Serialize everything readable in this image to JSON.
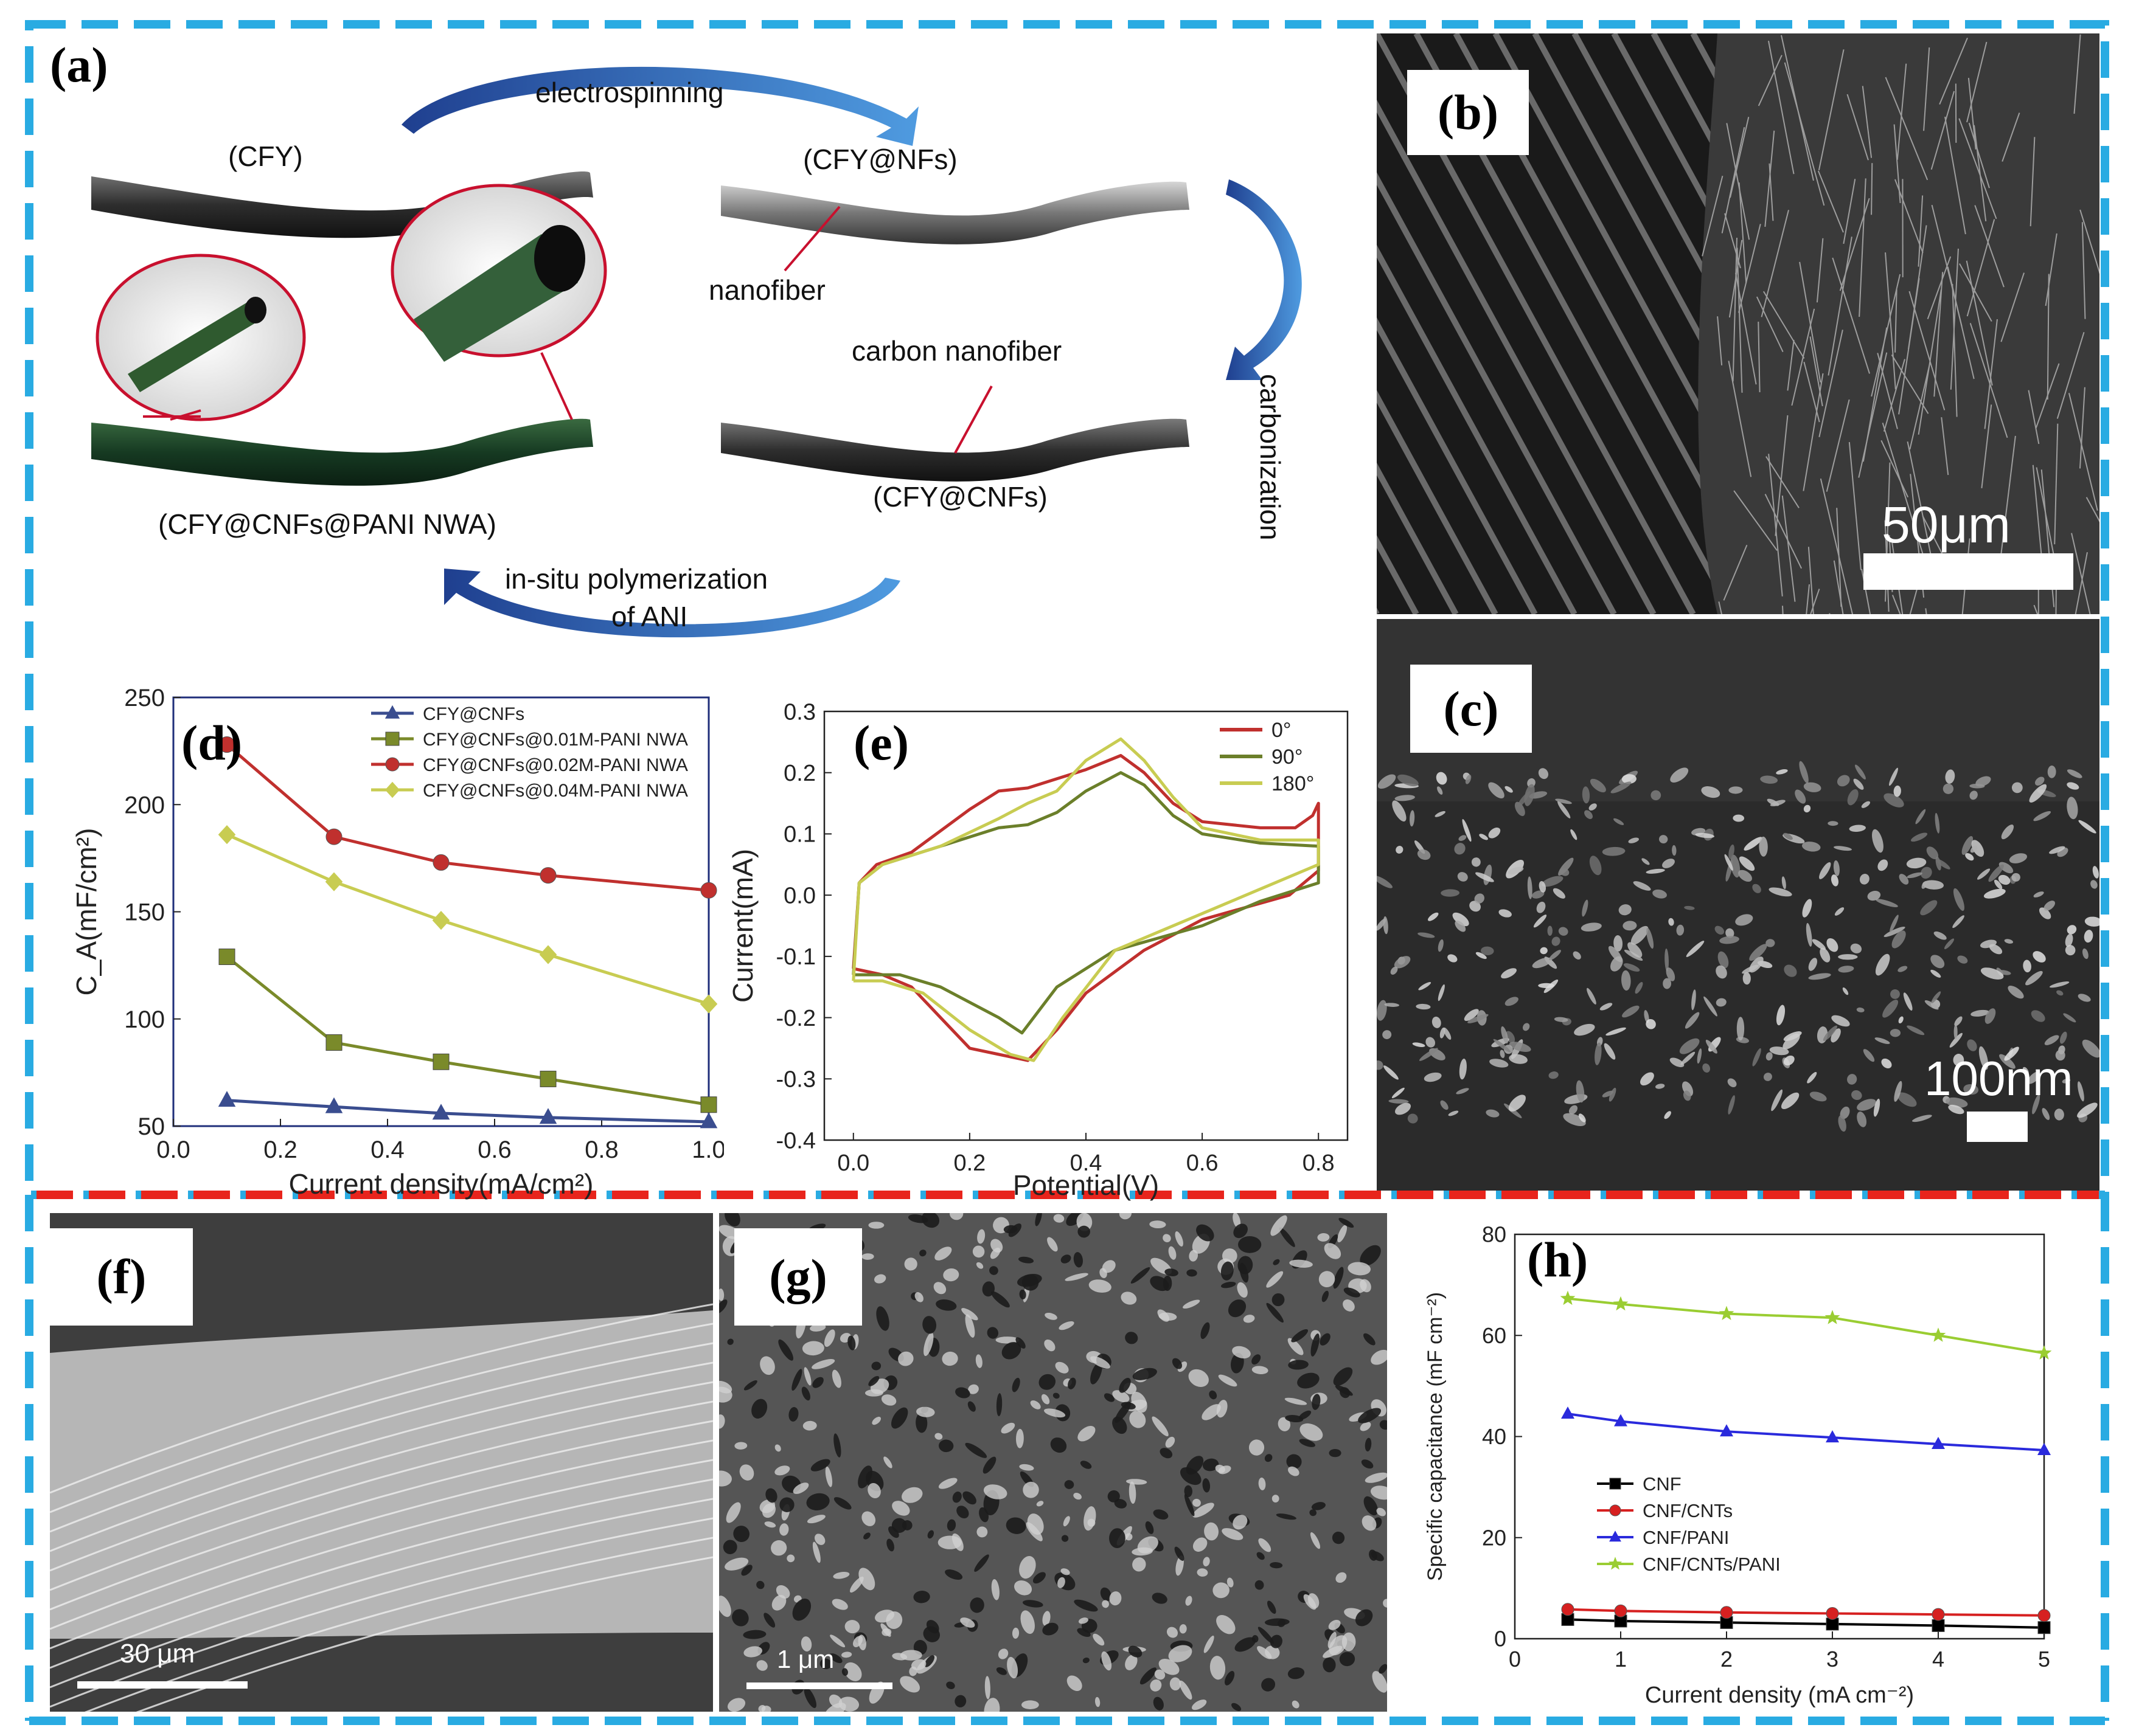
{
  "panels": {
    "a": {
      "label": "(a)",
      "labels": {
        "electrospinning": "electrospinning",
        "cfy": "(CFY)",
        "cfy_nfs": "(CFY@NFs)",
        "nanofiber": "nanofiber",
        "carbonization": "carbonization",
        "carbon_nanofiber": "carbon nanofiber",
        "cfy_cnfs": "(CFY@CNFs)",
        "cfy_cnfs_pani": "(CFY@CNFs@PANI NWA)",
        "insitu_1": "in-situ polymerization",
        "insitu_2": "of ANI"
      }
    },
    "b": {
      "label": "(b)",
      "scale": "50μm"
    },
    "c": {
      "label": "(c)",
      "scale": "100nm"
    },
    "f": {
      "label": "(f)",
      "scale": "30 μm"
    },
    "g": {
      "label": "(g)",
      "scale": "1 μm"
    }
  },
  "colors": {
    "frame_blue": "#29abe2",
    "frame_red": "#e8241c"
  },
  "chart_data": [
    {
      "id": "d",
      "label": "(d)",
      "type": "line",
      "xlabel": "Current density(mA/cm²)",
      "ylabel": "C_A(mF/cm²)",
      "xlim": [
        0.0,
        1.0
      ],
      "ylim": [
        50,
        250
      ],
      "xticks": [
        "0.0",
        "0.2",
        "0.4",
        "0.6",
        "0.8",
        "1.0"
      ],
      "yticks": [
        "50",
        "100",
        "150",
        "200",
        "250"
      ],
      "x": [
        0.1,
        0.3,
        0.5,
        0.7,
        1.0
      ],
      "series": [
        {
          "name": "CFY@CNFs",
          "color": "#3a4d8f",
          "marker": "triangle",
          "values": [
            62,
            59,
            56,
            54,
            52
          ]
        },
        {
          "name": "CFY@CNFs@0.01M-PANI NWA",
          "color": "#7a8a2a",
          "marker": "square",
          "values": [
            129,
            89,
            80,
            72,
            60
          ]
        },
        {
          "name": "CFY@CNFs@0.02M-PANI NWA",
          "color": "#c0302e",
          "marker": "circle",
          "values": [
            228,
            185,
            173,
            167,
            160
          ]
        },
        {
          "name": "CFY@CNFs@0.04M-PANI NWA",
          "color": "#c8cc52",
          "marker": "diamond",
          "values": [
            186,
            164,
            146,
            130,
            107
          ]
        }
      ]
    },
    {
      "id": "e",
      "label": "(e)",
      "type": "line",
      "xlabel": "Potential(V)",
      "ylabel": "Current(mA)",
      "xlim": [
        -0.05,
        0.85
      ],
      "ylim": [
        -0.4,
        0.3
      ],
      "xticks": [
        "0.0",
        "0.2",
        "0.4",
        "0.6",
        "0.8"
      ],
      "yticks": [
        "-0.4",
        "-0.3",
        "-0.2",
        "-0.1",
        "0.0",
        "0.1",
        "0.2",
        "0.3"
      ],
      "series": [
        {
          "name": "0°",
          "color": "#c0302e",
          "points": [
            [
              0.0,
              -0.12
            ],
            [
              0.01,
              0.02
            ],
            [
              0.04,
              0.05
            ],
            [
              0.1,
              0.07
            ],
            [
              0.2,
              0.14
            ],
            [
              0.25,
              0.17
            ],
            [
              0.3,
              0.175
            ],
            [
              0.35,
              0.19
            ],
            [
              0.4,
              0.205
            ],
            [
              0.46,
              0.228
            ],
            [
              0.5,
              0.2
            ],
            [
              0.55,
              0.15
            ],
            [
              0.6,
              0.12
            ],
            [
              0.7,
              0.11
            ],
            [
              0.76,
              0.11
            ],
            [
              0.79,
              0.13
            ],
            [
              0.8,
              0.15
            ],
            [
              0.8,
              0.04
            ],
            [
              0.75,
              0.0
            ],
            [
              0.6,
              -0.04
            ],
            [
              0.5,
              -0.09
            ],
            [
              0.4,
              -0.16
            ],
            [
              0.35,
              -0.22
            ],
            [
              0.3,
              -0.27
            ],
            [
              0.25,
              -0.26
            ],
            [
              0.2,
              -0.25
            ],
            [
              0.15,
              -0.2
            ],
            [
              0.1,
              -0.15
            ],
            [
              0.05,
              -0.13
            ],
            [
              0.0,
              -0.12
            ]
          ]
        },
        {
          "name": "90°",
          "color": "#6b7f2a",
          "points": [
            [
              0.0,
              -0.13
            ],
            [
              0.01,
              0.02
            ],
            [
              0.05,
              0.05
            ],
            [
              0.15,
              0.08
            ],
            [
              0.25,
              0.11
            ],
            [
              0.3,
              0.115
            ],
            [
              0.35,
              0.135
            ],
            [
              0.4,
              0.17
            ],
            [
              0.46,
              0.2
            ],
            [
              0.5,
              0.18
            ],
            [
              0.55,
              0.13
            ],
            [
              0.6,
              0.1
            ],
            [
              0.7,
              0.085
            ],
            [
              0.8,
              0.08
            ],
            [
              0.8,
              0.02
            ],
            [
              0.7,
              -0.01
            ],
            [
              0.6,
              -0.05
            ],
            [
              0.45,
              -0.09
            ],
            [
              0.35,
              -0.15
            ],
            [
              0.29,
              -0.225
            ],
            [
              0.25,
              -0.2
            ],
            [
              0.15,
              -0.15
            ],
            [
              0.08,
              -0.13
            ],
            [
              0.0,
              -0.13
            ]
          ]
        },
        {
          "name": "180°",
          "color": "#c8cc52",
          "points": [
            [
              0.0,
              -0.14
            ],
            [
              0.01,
              0.02
            ],
            [
              0.05,
              0.05
            ],
            [
              0.15,
              0.08
            ],
            [
              0.25,
              0.125
            ],
            [
              0.3,
              0.15
            ],
            [
              0.35,
              0.17
            ],
            [
              0.4,
              0.22
            ],
            [
              0.46,
              0.255
            ],
            [
              0.5,
              0.22
            ],
            [
              0.55,
              0.16
            ],
            [
              0.6,
              0.11
            ],
            [
              0.7,
              0.09
            ],
            [
              0.8,
              0.09
            ],
            [
              0.8,
              0.05
            ],
            [
              0.7,
              0.01
            ],
            [
              0.6,
              -0.03
            ],
            [
              0.45,
              -0.09
            ],
            [
              0.36,
              -0.2
            ],
            [
              0.31,
              -0.27
            ],
            [
              0.27,
              -0.26
            ],
            [
              0.2,
              -0.22
            ],
            [
              0.12,
              -0.16
            ],
            [
              0.05,
              -0.14
            ],
            [
              0.0,
              -0.14
            ]
          ]
        }
      ]
    },
    {
      "id": "h",
      "label": "(h)",
      "type": "line",
      "xlabel": "Current density (mA cm⁻²)",
      "ylabel": "Specific capacitance (mF cm⁻²)",
      "xlim": [
        0,
        5
      ],
      "ylim": [
        0,
        80
      ],
      "xticks": [
        "0",
        "1",
        "2",
        "3",
        "4",
        "5"
      ],
      "yticks": [
        "0",
        "20",
        "40",
        "60",
        "80"
      ],
      "x": [
        0.5,
        1,
        2,
        3,
        4,
        5
      ],
      "series": [
        {
          "name": "CNF",
          "color": "#000000",
          "marker": "square",
          "values": [
            3.8,
            3.5,
            3.2,
            2.9,
            2.6,
            2.2
          ]
        },
        {
          "name": "CNF/CNTs",
          "color": "#d62020",
          "marker": "circle",
          "values": [
            5.8,
            5.5,
            5.2,
            5.0,
            4.8,
            4.6
          ]
        },
        {
          "name": "CNF/PANI",
          "color": "#2a2adc",
          "marker": "triangle",
          "values": [
            44.5,
            43,
            41,
            39.8,
            38.5,
            37.3
          ]
        },
        {
          "name": "CNF/CNTs/PANI",
          "color": "#9acd32",
          "marker": "star",
          "values": [
            67.3,
            66.2,
            64.3,
            63.5,
            60,
            56.5
          ]
        }
      ]
    }
  ]
}
